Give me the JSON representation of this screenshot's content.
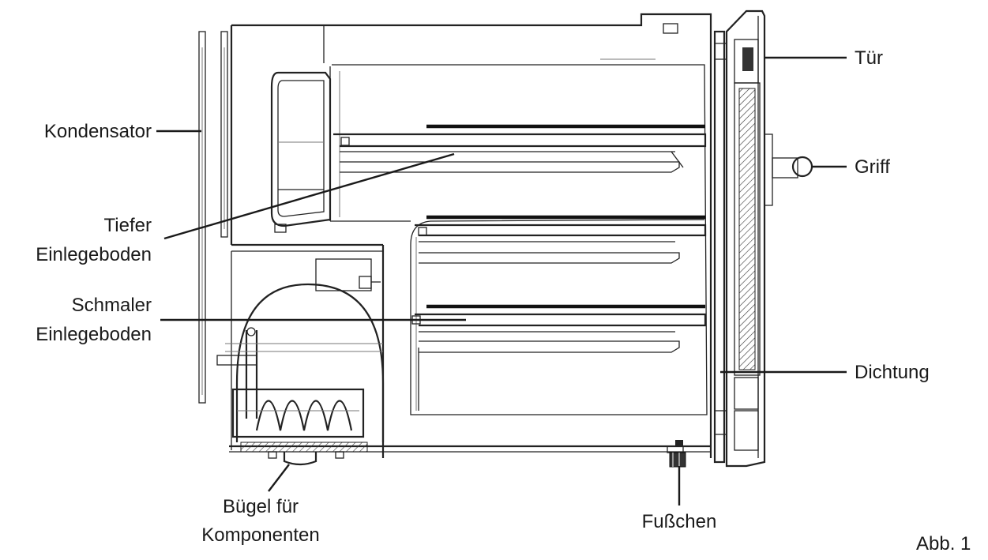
{
  "labels": {
    "kondensator": "Kondensator",
    "tuer": "Tür",
    "griff": "Griff",
    "tiefer_1": "Tiefer",
    "tiefer_2": "Einlegeboden",
    "schmaler_1": "Schmaler",
    "schmaler_2": "Einlegeboden",
    "dichtung": "Dichtung",
    "buegel_1": "Bügel für",
    "buegel_2": "Komponenten",
    "fuesschen": "Fußchen",
    "figure": "Abb. 1"
  }
}
